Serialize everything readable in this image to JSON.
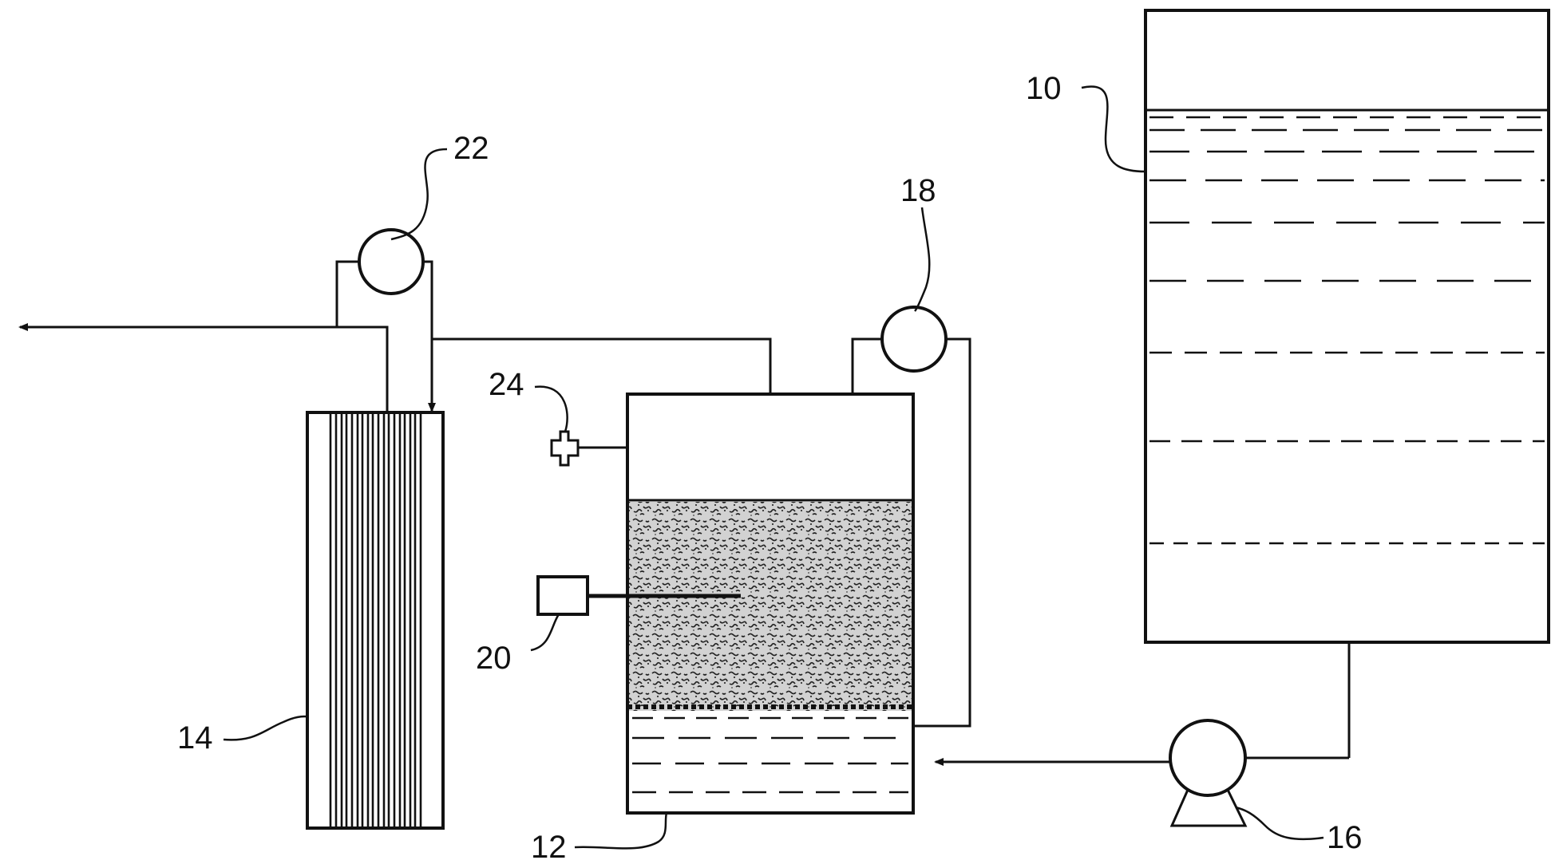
{
  "figure": {
    "labels": {
      "tank_10": "10",
      "reactor_12": "12",
      "filter_14": "14",
      "pump_16": "16",
      "pump_18": "18",
      "controller_20": "20",
      "pump_22": "22",
      "port_24": "24"
    }
  }
}
